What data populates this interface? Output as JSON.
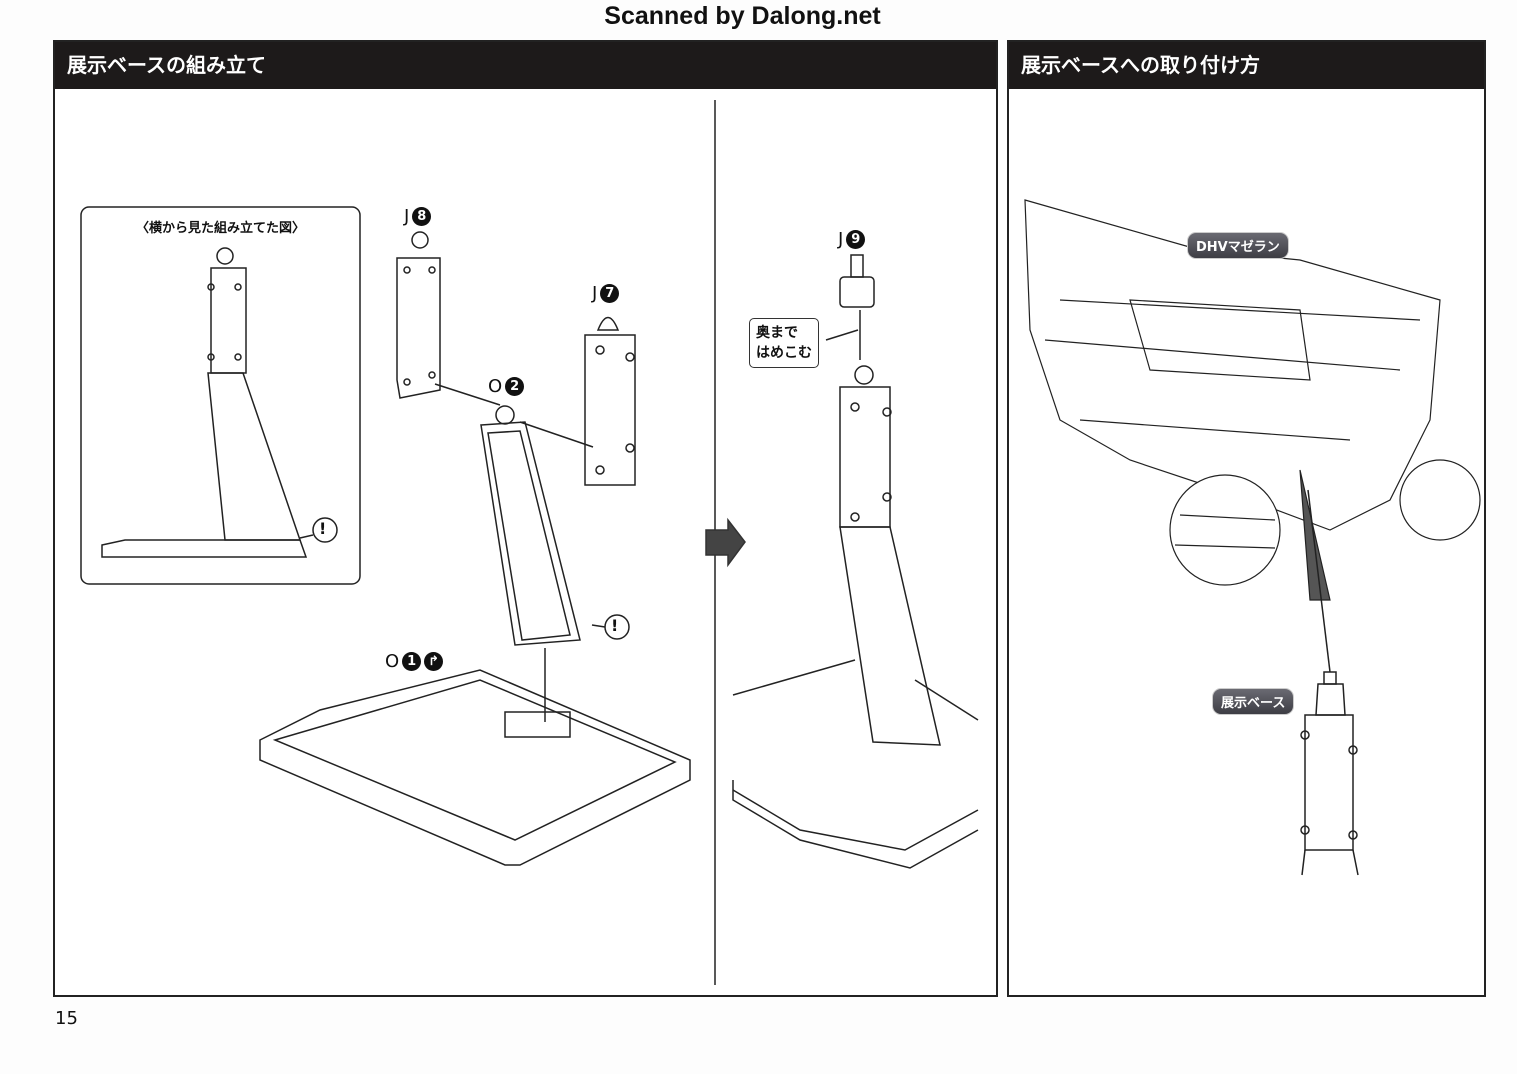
{
  "scan_credit": "Scanned by Dalong.net",
  "left_panel": {
    "title": "展示ベースの組み立て",
    "inset_caption": "〈横から見た組み立てた図〉",
    "parts": [
      {
        "letter": "J",
        "number": "8"
      },
      {
        "letter": "J",
        "number": "7"
      },
      {
        "letter": "O",
        "number": "2"
      },
      {
        "letter": "O",
        "number": "1"
      },
      {
        "letter": "J",
        "number": "9"
      }
    ],
    "callout_line1": "奥まで",
    "callout_line2": "はめこむ",
    "warning_symbol": "!"
  },
  "right_panel": {
    "title": "展示ベースへの取り付け方",
    "ship_label": "DHVマゼラン",
    "base_label": "展示ベース"
  },
  "page_number": "15"
}
